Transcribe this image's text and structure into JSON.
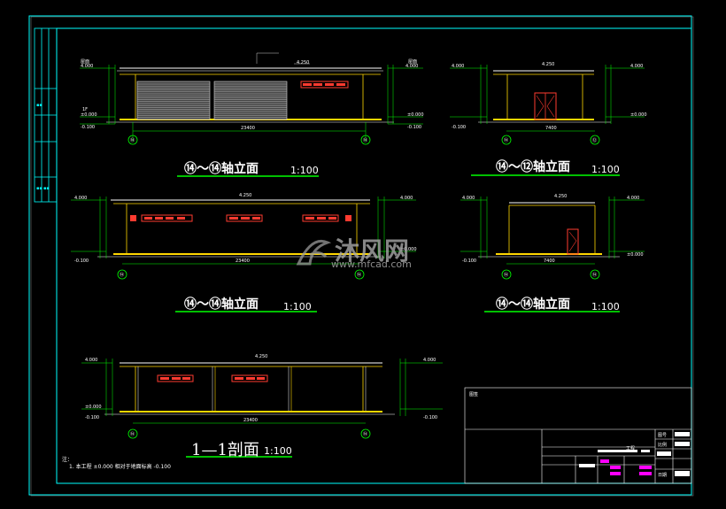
{
  "views": {
    "front": {
      "title": "⑭～⑭轴立面",
      "scale": "1:100",
      "dim": "23400",
      "ridge": "4.250",
      "left_axis": "⑭",
      "right_axis": "⑭"
    },
    "side1": {
      "title": "⑭～⑫轴立面",
      "scale": "1:100",
      "dim": "7400",
      "ridge": "4.250",
      "left_axis": "⑭",
      "right_axis": "⑫"
    },
    "back": {
      "title": "⑭～⑭轴立面",
      "scale": "1:100",
      "dim": "23400",
      "ridge": "4.250",
      "left_axis": "⑭",
      "right_axis": "⑭"
    },
    "side2": {
      "title": "⑭～⑭轴立面",
      "scale": "1:100",
      "dim": "7400",
      "ridge": "4.250",
      "left_axis": "⑭",
      "right_axis": "⑭"
    },
    "section": {
      "title": "1—1剖面",
      "scale": "1:100",
      "dim": "23400",
      "ridge": "4.250",
      "left_axis": "⑭",
      "right_axis": "⑭"
    }
  },
  "levels": {
    "roof": "4.000",
    "floor": "±0.000",
    "ground": "-0.100",
    "roof_label": "屋面",
    "floor_label": "1F"
  },
  "note": {
    "label": "注：",
    "text": "1. 本工程 ±0.000 相对于地面标高 -0.100"
  },
  "watermark": {
    "cn": "沐风网",
    "url": "www.mfcad.com"
  },
  "title_block": {
    "header": "图签",
    "project": "工程",
    "drawing_no": "图号",
    "scale_lbl": "比例",
    "date": "日期"
  }
}
